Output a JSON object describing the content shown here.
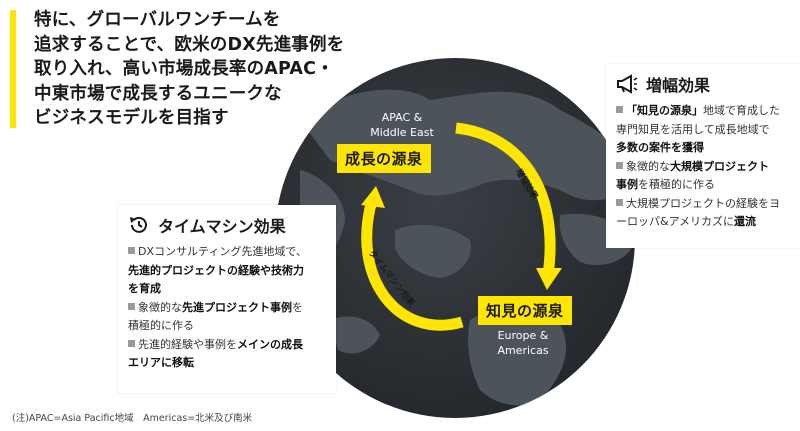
{
  "headline": {
    "lines": [
      "特に、グローバルワンチームを",
      "追求することで、欧米のDX先進事例を",
      "取り入れ、高い市場成長率のAPAC・",
      "中東市場で成長するユニークな",
      "ビジネスモデルを目指す"
    ]
  },
  "globe": {
    "top_region": [
      "APAC &",
      "Middle East"
    ],
    "bottom_region": [
      "Europe &",
      "Americas"
    ],
    "growth_source": "成長の源泉",
    "knowledge_source": "知見の源泉",
    "arc_right_label": "増幅効果",
    "arc_left_label": "タイムマシン効果"
  },
  "amplification_card": {
    "title": "増幅効果",
    "icon": "megaphone-icon",
    "bullets": [
      [
        {
          "t": "「知見の源泉」",
          "b": true
        },
        {
          "t": "地域で育成した",
          "b": false
        }
      ],
      [
        {
          "t": "専門知見を活用して成長地域で",
          "b": false
        }
      ],
      [
        {
          "t": "多数の案件を獲得",
          "b": true
        }
      ],
      [
        {
          "t": "象徴的な",
          "b": false
        },
        {
          "t": "大規模プロジェクト",
          "b": true
        }
      ],
      [
        {
          "t": "事例",
          "b": true
        },
        {
          "t": "を積極的に作る",
          "b": false
        }
      ],
      [
        {
          "t": "大規模プロジェクトの経験をヨ",
          "b": false
        }
      ],
      [
        {
          "t": "ーロッパ&アメリカズに",
          "b": false
        },
        {
          "t": "還流",
          "b": true
        }
      ]
    ]
  },
  "timemachine_card": {
    "title": "タイムマシン効果",
    "icon": "history-clock-icon",
    "bullets": [
      [
        {
          "t": "DXコンサルティング先進地域で、",
          "b": false
        }
      ],
      [
        {
          "t": "先進的プロジェクトの経験や技術力",
          "b": true
        }
      ],
      [
        {
          "t": "を育成",
          "b": true
        }
      ],
      [
        {
          "t": "象徴的な",
          "b": false
        },
        {
          "t": "先進プロジェクト事例",
          "b": true
        },
        {
          "t": "を",
          "b": false
        }
      ],
      [
        {
          "t": "積極的に作る",
          "b": false
        }
      ],
      [
        {
          "t": "先進的経験や事例を",
          "b": false
        },
        {
          "t": "メインの成長",
          "b": true
        }
      ],
      [
        {
          "t": "エリアに移転",
          "b": true
        }
      ]
    ]
  },
  "footnote": "(注)APAC=Asia Pacific地域　Americas=北米及び南米",
  "colors": {
    "accent": "#ffe600",
    "globe": "#2f3338",
    "land": "#4a4f56"
  }
}
